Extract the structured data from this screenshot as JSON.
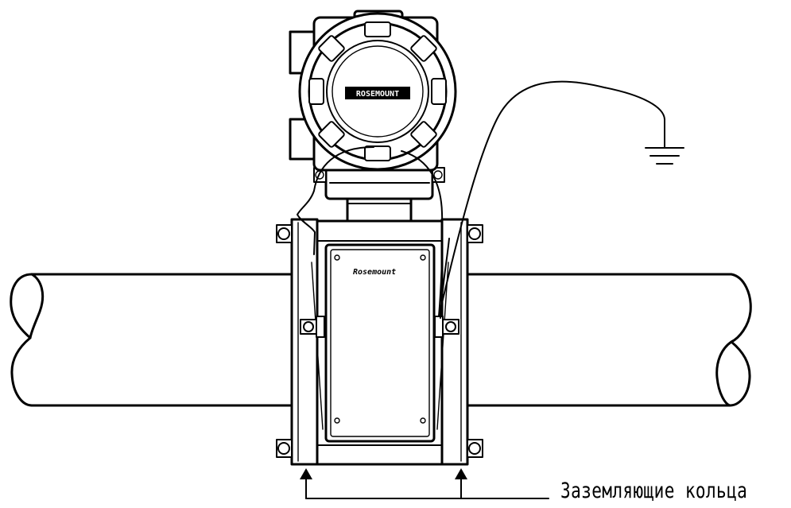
{
  "labels": {
    "grounding_rings": "Заземляющие кольца",
    "transmitter_nameplate": "ROSEMOUNT",
    "sensor_brand": "Rosemount"
  },
  "colors": {
    "line": "#000000",
    "background": "#ffffff"
  },
  "icons": {
    "ground": "ground-icon",
    "arrow": "up-arrow-icon"
  }
}
